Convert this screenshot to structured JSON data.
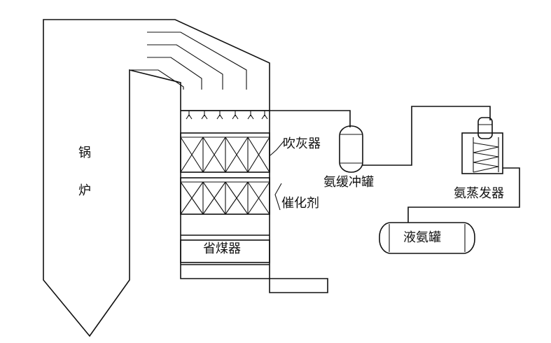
{
  "labels": {
    "boiler_top": "锅",
    "boiler_bottom": "炉",
    "soot_blower": "吹灰器",
    "catalyst": "催化剂",
    "economizer": "省煤器",
    "ammonia_buffer_tank": "氨缓冲罐",
    "ammonia_evaporator": "氨蒸发器",
    "liquid_ammonia_tank": "液氨罐"
  },
  "colors": {
    "line": "#111111",
    "background": "#ffffff"
  }
}
